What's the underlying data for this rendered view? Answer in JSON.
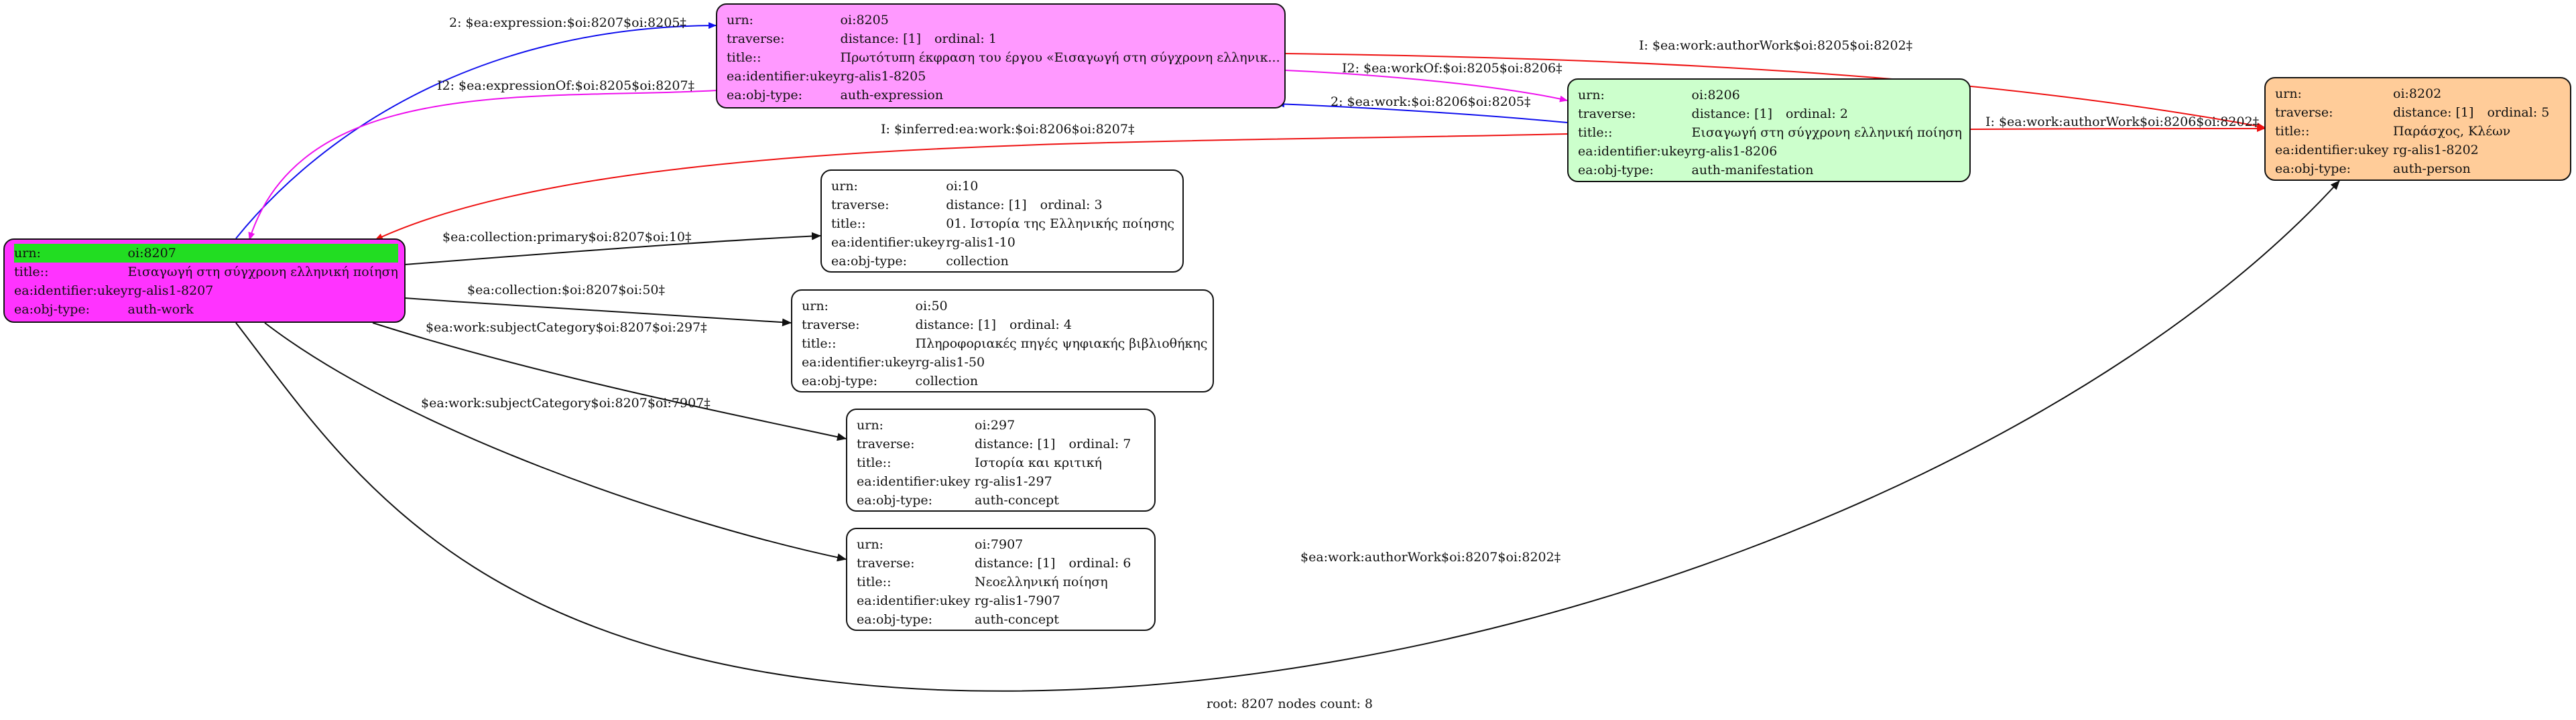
{
  "graph": {
    "footer": "root: 8207 nodes count: 8",
    "colors": {
      "blue": "#1010ee",
      "magenta": "#ee10ee",
      "red": "#ee1010",
      "black": "#111111",
      "expression_fill": "#ff99ff",
      "work_fill": "#ff33ff",
      "manifestation_fill": "#ccffcc",
      "person_fill": "#ffcc99",
      "default_fill": "#ffffff",
      "highlight_row": "#22dd22"
    },
    "nodes": {
      "n8207": {
        "urn_key": "urn:",
        "urn": "oi:8207",
        "title_key": "title::",
        "title": "Εισαγωγή στη σύγχρονη ελληνική ποίηση",
        "ukey_key": "ea:identifier:ukey",
        "ukey": "rg-alis1-8207",
        "type_key": "ea:obj-type:",
        "type": "auth-work"
      },
      "n8205": {
        "urn_key": "urn:",
        "urn": "oi:8205",
        "trav_key": "traverse:",
        "distance": "distance: [1]",
        "ordinal": "ordinal: 1",
        "title_key": "title::",
        "title": "Πρωτότυπη έκφραση του έργου «Εισαγωγή στη σύγχρονη ελληνικ...",
        "ukey_key": "ea:identifier:ukey",
        "ukey": "rg-alis1-8205",
        "type_key": "ea:obj-type:",
        "type": "auth-expression"
      },
      "n8206": {
        "urn_key": "urn:",
        "urn": "oi:8206",
        "trav_key": "traverse:",
        "distance": "distance: [1]",
        "ordinal": "ordinal: 2",
        "title_key": "title::",
        "title": "Εισαγωγή στη σύγχρονη ελληνική ποίηση",
        "ukey_key": "ea:identifier:ukey",
        "ukey": "rg-alis1-8206",
        "type_key": "ea:obj-type:",
        "type": "auth-manifestation"
      },
      "n8202": {
        "urn_key": "urn:",
        "urn": "oi:8202",
        "trav_key": "traverse:",
        "distance": "distance: [1]",
        "ordinal": "ordinal: 5",
        "title_key": "title::",
        "title": "Παράσχος, Κλέων",
        "ukey_key": "ea:identifier:ukey",
        "ukey": "rg-alis1-8202",
        "type_key": "ea:obj-type:",
        "type": "auth-person"
      },
      "n10": {
        "urn_key": "urn:",
        "urn": "oi:10",
        "trav_key": "traverse:",
        "distance": "distance: [1]",
        "ordinal": "ordinal: 3",
        "title_key": "title::",
        "title": "01. Ιστορία της Ελληνικής ποίησης",
        "ukey_key": "ea:identifier:ukey",
        "ukey": "rg-alis1-10",
        "type_key": "ea:obj-type:",
        "type": "collection"
      },
      "n50": {
        "urn_key": "urn:",
        "urn": "oi:50",
        "trav_key": "traverse:",
        "distance": "distance: [1]",
        "ordinal": "ordinal: 4",
        "title_key": "title::",
        "title": "Πληροφοριακές πηγές ψηφιακής βιβλιοθήκης",
        "ukey_key": "ea:identifier:ukey",
        "ukey": "rg-alis1-50",
        "type_key": "ea:obj-type:",
        "type": "collection"
      },
      "n297": {
        "urn_key": "urn:",
        "urn": "oi:297",
        "trav_key": "traverse:",
        "distance": "distance: [1]",
        "ordinal": "ordinal: 7",
        "title_key": "title::",
        "title": "Ιστορία και κριτική",
        "ukey_key": "ea:identifier:ukey",
        "ukey": "rg-alis1-297",
        "type_key": "ea:obj-type:",
        "type": "auth-concept"
      },
      "n7907": {
        "urn_key": "urn:",
        "urn": "oi:7907",
        "trav_key": "traverse:",
        "distance": "distance: [1]",
        "ordinal": "ordinal: 6",
        "title_key": "title::",
        "title": "Νεοελληνική ποίηση",
        "ukey_key": "ea:identifier:ukey",
        "ukey": "rg-alis1-7907",
        "type_key": "ea:obj-type:",
        "type": "auth-concept"
      }
    },
    "edges": {
      "e1": "2: $ea:expression:$oi:8207$oi:8205‡",
      "e2": "I2: $ea:expressionOf:$oi:8205$oi:8207‡",
      "e3": "I: $ea:work:authorWork$oi:8205$oi:8202‡",
      "e4": "I2: $ea:workOf:$oi:8205$oi:8206‡",
      "e5": "2: $ea:work:$oi:8206$oi:8205‡",
      "e6": "I: $ea:work:authorWork$oi:8206$oi:8202‡",
      "e7": "I: $inferred:ea:work:$oi:8206$oi:8207‡",
      "e8": "$ea:collection:primary$oi:8207$oi:10‡",
      "e9": "$ea:collection:$oi:8207$oi:50‡",
      "e10": "$ea:work:subjectCategory$oi:8207$oi:297‡",
      "e11": "$ea:work:subjectCategory$oi:8207$oi:7907‡",
      "e12": "$ea:work:authorWork$oi:8207$oi:8202‡"
    }
  }
}
